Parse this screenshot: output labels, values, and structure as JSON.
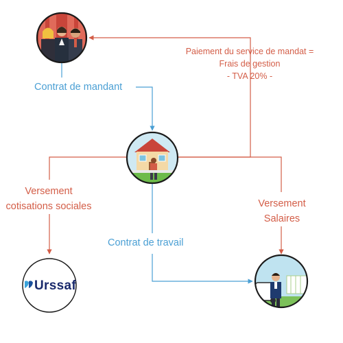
{
  "labels": {
    "payment": [
      "Paiement du service de mandat =",
      "Frais de gestion",
      "- TVA 20% -"
    ],
    "mandant": "Contrat de mandant",
    "social": [
      "Versement",
      "cotisations sociales"
    ],
    "salaires": [
      "Versement",
      "Salaires"
    ],
    "travail": "Contrat de travail"
  },
  "nodes": {
    "client_icon": "family-group-icon",
    "home_icon": "house-worker-icon",
    "urssaf_logo_text": "Urssaf",
    "employee_icon": "employee-outdoor-icon"
  },
  "colors": {
    "red": "#d35d47",
    "blue": "#4a9fd4",
    "node_border": "#1a1a1a",
    "urssaf_navy": "#1a2a6c"
  }
}
